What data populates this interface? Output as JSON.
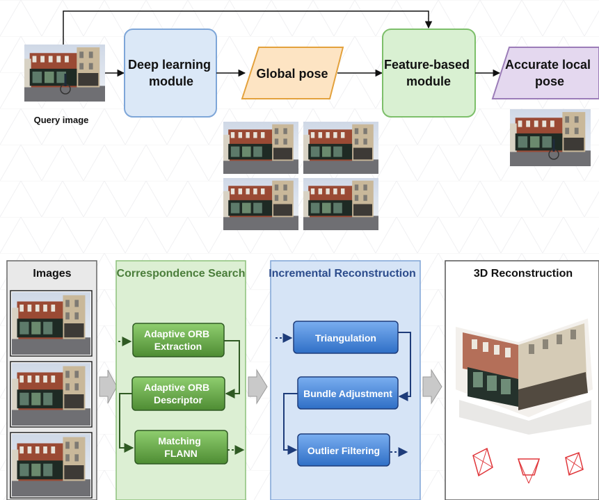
{
  "top_pipeline": {
    "query_caption": "Query image",
    "deep_learning": [
      "Deep learning",
      "module"
    ],
    "global_pose": "Global pose",
    "feature_based": [
      "Feature-based",
      "module"
    ],
    "accurate_pose": [
      "Accurate local",
      "pose"
    ],
    "colors": {
      "deep_fill": "#dbe8f7",
      "deep_stroke": "#7ea6d8",
      "global_fill": "#fde4c3",
      "global_stroke": "#e3a13c",
      "feature_fill": "#d9f0d2",
      "feature_stroke": "#7dbf6a",
      "accurate_fill": "#e4d8ef",
      "accurate_stroke": "#9b7cb8"
    }
  },
  "bottom_pipeline": {
    "images_title": "Images",
    "correspondence_title": "Correspondence Search",
    "correspondence_steps": [
      [
        "Adaptive ORB",
        "Extraction"
      ],
      [
        "Adaptive ORB",
        "Descriptor"
      ],
      [
        "Matching",
        "FLANN"
      ]
    ],
    "incremental_title": "Incremental Reconstruction",
    "incremental_steps": [
      "Triangulation",
      "Bundle Adjustment",
      "Outlier Filtering"
    ],
    "reconstruction_title": "3D Reconstruction",
    "colors": {
      "images_bg": "#e9e9e9",
      "corr_bg": "#dcefd3",
      "corr_border": "#8cc07a",
      "corr_title": "#4a7d3a",
      "inc_bg": "#d6e4f6",
      "inc_border": "#7fa3d6",
      "inc_title": "#2c4c8c",
      "recon_border": "#555555",
      "camera": "#e0363a"
    }
  }
}
